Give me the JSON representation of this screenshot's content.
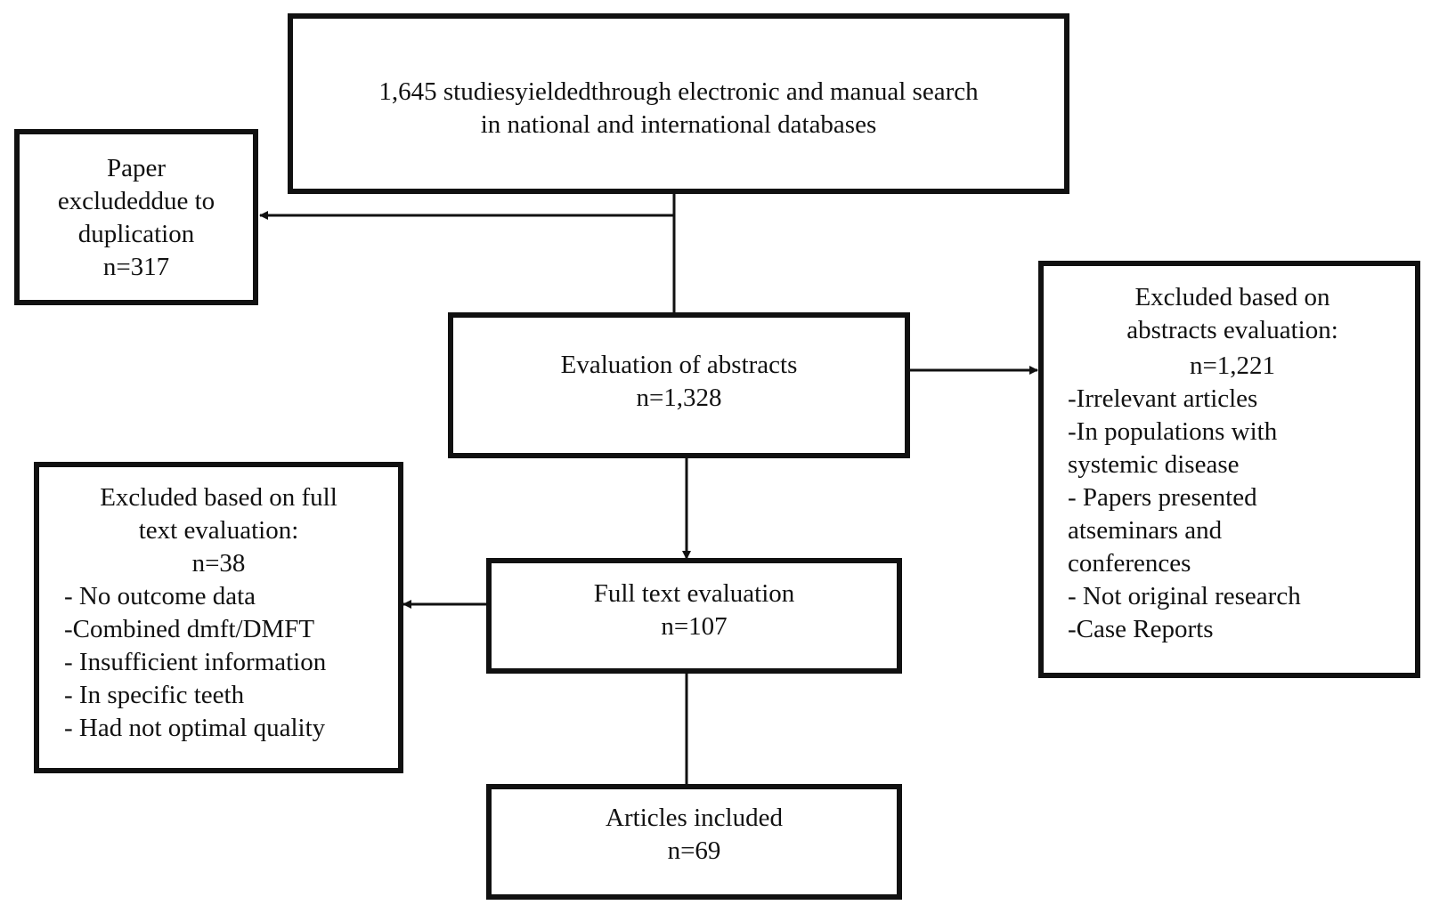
{
  "flowchart": {
    "search_box": {
      "lines": [
        "1,645 studiesyieldedthrough electronic and manual search",
        "in national and international databases"
      ]
    },
    "duplication_box": {
      "lines": [
        "Paper",
        "excludeddue to",
        "duplication",
        "n=317"
      ]
    },
    "abstracts_box": {
      "lines": [
        "Evaluation of abstracts",
        "n=1,328"
      ]
    },
    "abstract_exclusion_box": {
      "heading_lines": [
        "Excluded based on",
        "abstracts evaluation:",
        "n=1,221"
      ],
      "item_lines": [
        "-Irrelevant articles",
        "-In populations with",
        "systemic disease",
        "- Papers presented",
        "atseminars and",
        "conferences",
        "- Not original research",
        "-Case Reports"
      ]
    },
    "fulltext_box": {
      "lines": [
        "Full text evaluation",
        "n=107"
      ]
    },
    "fulltext_exclusion_box": {
      "heading_lines": [
        "Excluded based on full",
        "text evaluation:",
        "n=38"
      ],
      "item_lines": [
        "- No outcome data",
        "-Combined dmft/DMFT",
        "- Insufficient information",
        "- In specific teeth",
        "- Had not optimal quality"
      ]
    },
    "included_box": {
      "lines": [
        "Articles included",
        "n=69"
      ]
    }
  }
}
